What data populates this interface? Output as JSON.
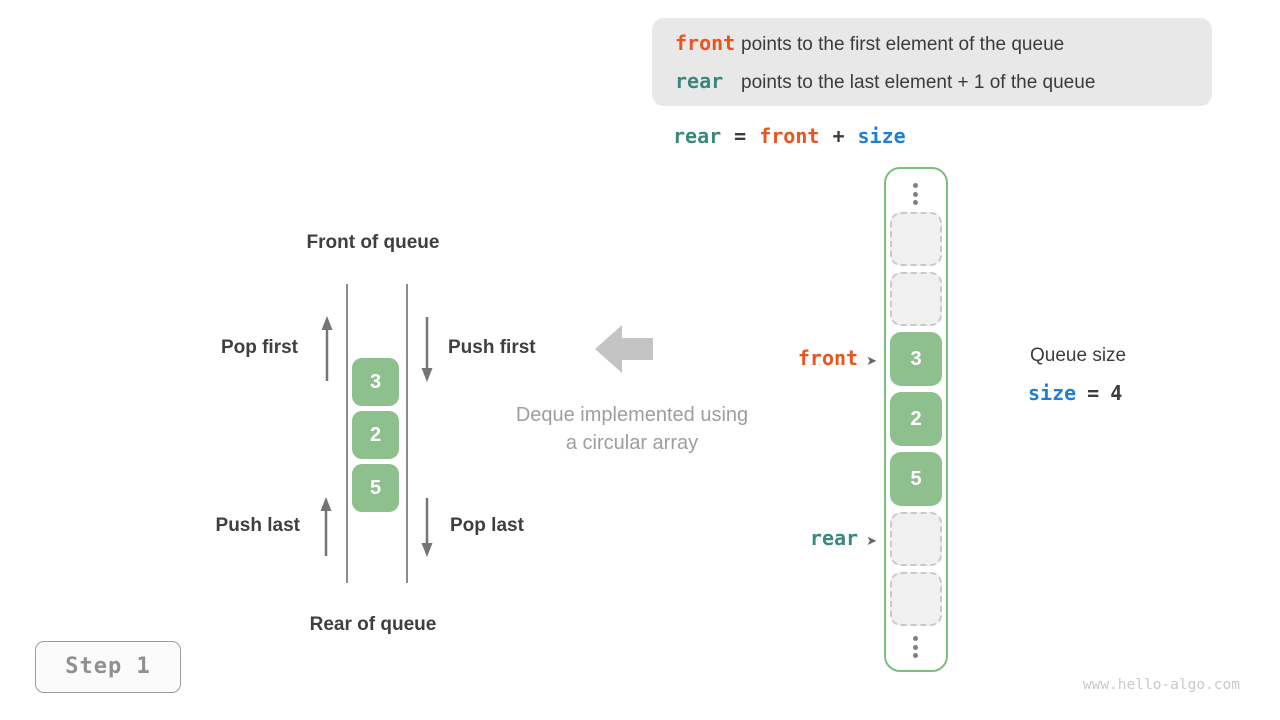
{
  "colors": {
    "orange": "#e8551e",
    "teal": "#38887e",
    "blue": "#1e7fd6",
    "green_cell": "#8dc08d",
    "green_border": "#7abf7c",
    "caption_gray": "#9e9e9e",
    "dark_text": "#3c3c3c",
    "arrow_gray": "#757575",
    "big_arrow_gray": "#c4c4c4",
    "info_box_bg": "#e8e8e8"
  },
  "info_box": {
    "line1": {
      "code": "front",
      "desc": "points to the first element of the queue"
    },
    "line2": {
      "code": "rear",
      "desc": "points to the last element + 1 of the queue"
    }
  },
  "formula": {
    "rear": "rear",
    "eq": "=",
    "front": "front",
    "plus": "+",
    "size": "size"
  },
  "left_figure": {
    "front_title": "Front of queue",
    "rear_title": "Rear of queue",
    "pop_first": "Pop first",
    "push_first": "Push first",
    "push_last": "Push last",
    "pop_last": "Pop last",
    "values": [
      "3",
      "2",
      "5"
    ]
  },
  "center": {
    "caption_line1": "Deque implemented using",
    "caption_line2": "a circular array"
  },
  "array": {
    "cells": [
      {
        "value": "",
        "state": "empty"
      },
      {
        "value": "",
        "state": "empty"
      },
      {
        "value": "3",
        "state": "filled"
      },
      {
        "value": "2",
        "state": "filled"
      },
      {
        "value": "5",
        "state": "filled"
      },
      {
        "value": "",
        "state": "empty"
      },
      {
        "value": "",
        "state": "empty"
      }
    ],
    "front_pointer": "front",
    "rear_pointer": "rear",
    "pointer_arrow": "➤"
  },
  "queue_size": {
    "title": "Queue size",
    "code": "size",
    "eq": "=",
    "value": "4"
  },
  "step": {
    "label": "Step 1"
  },
  "watermark": "www.hello-algo.com"
}
